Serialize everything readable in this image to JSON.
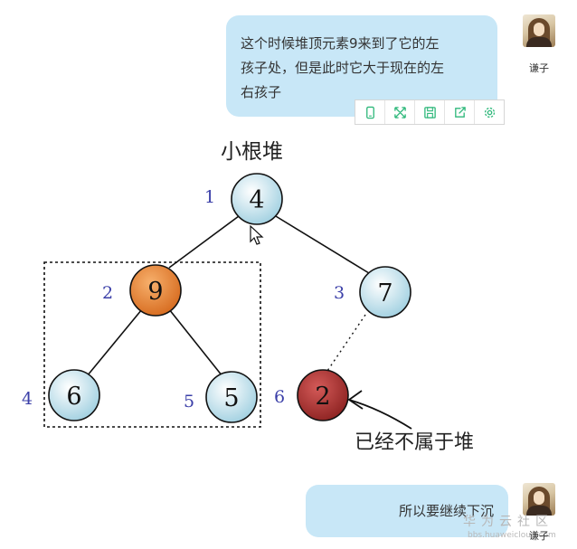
{
  "messages": [
    {
      "text_lines": [
        "这个时候堆顶元素9来到了它的左",
        "孩子处，但是此时它大于现在的左",
        "右孩子"
      ],
      "user": "谦子"
    },
    {
      "text_lines": [
        "所以要继续下沉"
      ],
      "user": "谦子"
    }
  ],
  "toolbar": {
    "icons": [
      "phone-icon",
      "expand-icon",
      "save-icon",
      "share-icon",
      "settings-icon"
    ],
    "accent": "#2fb87b"
  },
  "diagram": {
    "title": "小根堆",
    "annotation": "已经不属于堆",
    "nodes": [
      {
        "index": "1",
        "value": "4",
        "color": "#cde9f2"
      },
      {
        "index": "2",
        "value": "9",
        "color": "#e07a2a"
      },
      {
        "index": "3",
        "value": "7",
        "color": "#cde9f2"
      },
      {
        "index": "4",
        "value": "6",
        "color": "#cde9f2"
      },
      {
        "index": "5",
        "value": "5",
        "color": "#cde9f2"
      },
      {
        "index": "6",
        "value": "2",
        "color": "#a52a2a"
      }
    ],
    "index_color": "#3b3fa8"
  },
  "watermark": {
    "text": "华为云社区",
    "url": "bbs.huaweicloud.com"
  }
}
